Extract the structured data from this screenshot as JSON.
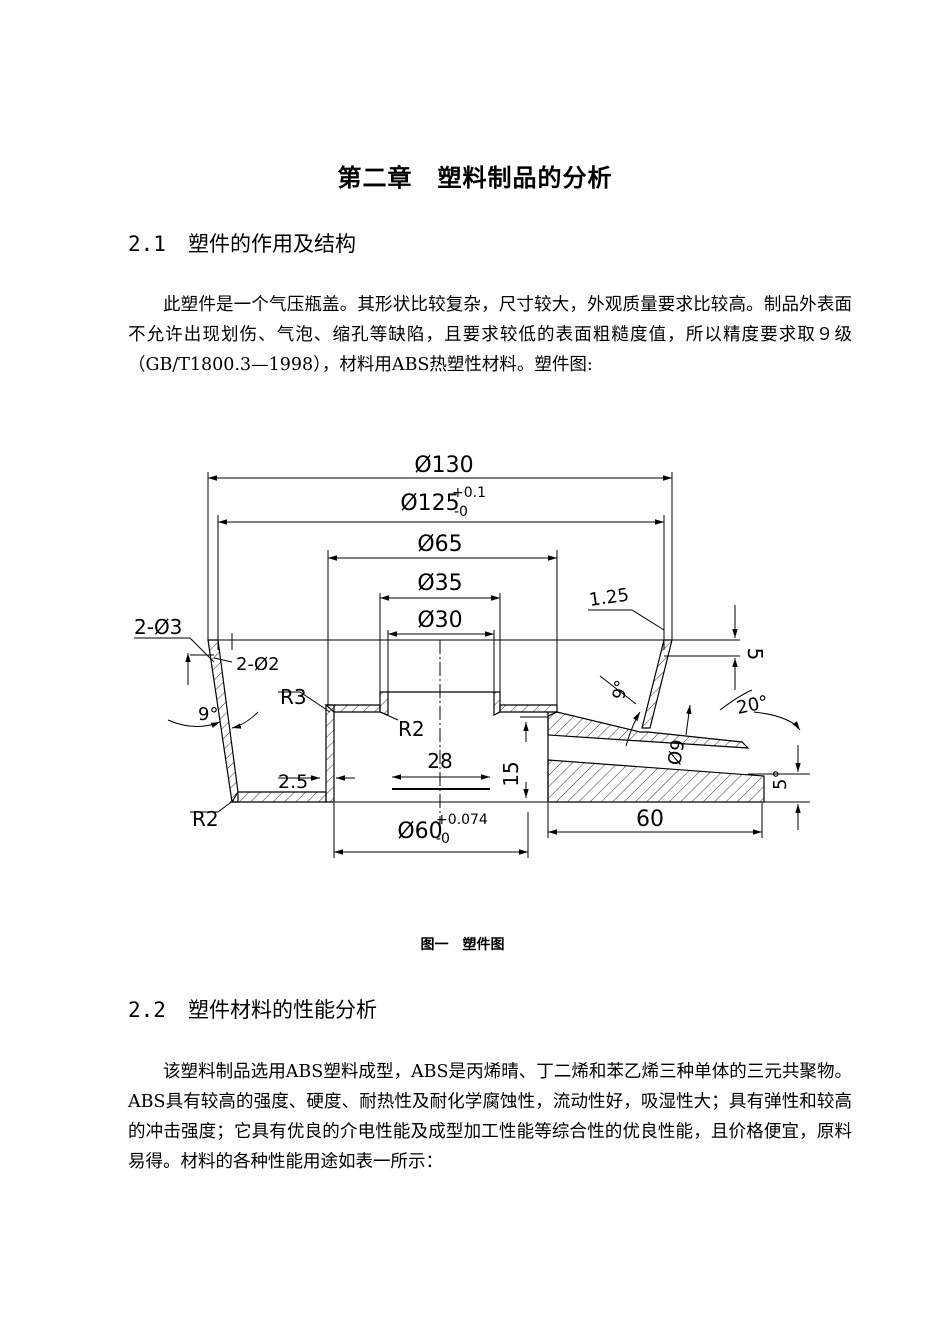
{
  "chapter_title": "第二章　塑料制品的分析",
  "section1": {
    "number": "2.1",
    "title": "塑件的作用及结构"
  },
  "section1_para": "此塑件是一个气压瓶盖。其形状比较复杂，尺寸较大，外观质量要求比较高。制品外表面不允许出现划伤、气泡、缩孔等缺陷，且要求较低的表面粗糙度值，所以精度要求取９级（GB/T1800.3—1998），材料用ABS热塑性材料。塑件图:",
  "figure": {
    "caption": "图一　塑件图",
    "dims": {
      "d130": "Ø130",
      "d125": "Ø125",
      "d125_tol_up": "+0.1",
      "d125_tol_low": "-0",
      "d65": "Ø65",
      "d35": "Ø35",
      "d30": "Ø30",
      "holes1": "2-Ø3",
      "holes2": "2-Ø2",
      "r3": "R3",
      "r2_inner": "R2",
      "r2_corner": "R2",
      "thk_125": "1.25",
      "h5": "5",
      "ang9_left": "9°",
      "ang9_right": "9°",
      "ang20": "20°",
      "ang5": "5°",
      "d9": "Ø9",
      "wall25": "2.5",
      "len28": "28",
      "h15": "15",
      "d60": "Ø60",
      "d60_tol_up": "+0.074",
      "d60_tol_low": "-0",
      "len60": "60"
    }
  },
  "section2": {
    "number": "2.2",
    "title": "塑件材料的性能分析"
  },
  "section2_para": "该塑料制品选用ABS塑料成型，ABS是丙烯晴、丁二烯和苯乙烯三种单体的三元共聚物。ABS具有较高的强度、硬度、耐热性及耐化学腐蚀性，流动性好，吸湿性大；具有弹性和较高的冲击强度；它具有优良的介电性能及成型加工性能等综合性的优良性能，且价格便宜，原料易得。材料的各种性能用途如表一所示："
}
